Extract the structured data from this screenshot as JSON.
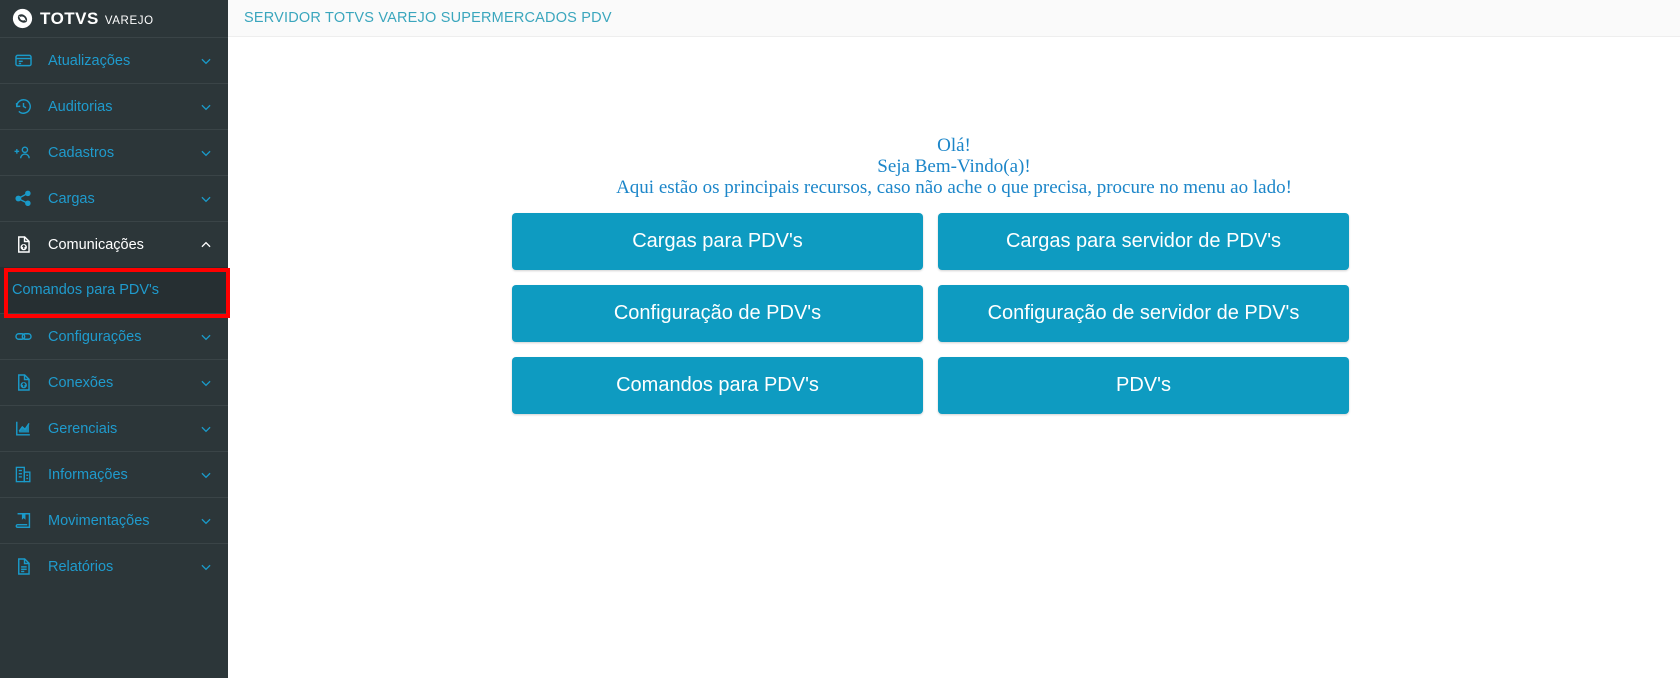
{
  "brand": {
    "logo_icon": "totvs-logo-icon",
    "name": "TOTVS",
    "sub": "VAREJO"
  },
  "header": {
    "title": "SERVIDOR TOTVS VAREJO SUPERMERCADOS PDV",
    "title_color": "#3aa6bd",
    "background": "#fafafa"
  },
  "theme": {
    "sidebar_bg": "#2c3639",
    "sidebar_link": "#1f9bcd",
    "submenu_bg": "#262f32",
    "tile_bg": "#0e9bc1",
    "tile_text": "#ffffff",
    "annotation_color": "#ff0000",
    "welcome_text_color": "#1c86c9"
  },
  "sidebar": {
    "items": [
      {
        "label": "Atualizações",
        "icon": "card-update-icon",
        "chevron": "chevron-down-icon",
        "expanded": false
      },
      {
        "label": "Auditorias",
        "icon": "history-clock-icon",
        "chevron": "chevron-down-icon",
        "expanded": false
      },
      {
        "label": "Cadastros",
        "icon": "add-user-icon",
        "chevron": "chevron-down-icon",
        "expanded": false
      },
      {
        "label": "Cargas",
        "icon": "share-nodes-icon",
        "chevron": "chevron-down-icon",
        "expanded": false
      },
      {
        "label": "Comunicações",
        "icon": "file-upload-icon",
        "chevron": "chevron-up-icon",
        "expanded": true
      },
      {
        "label": "Configurações",
        "icon": "link-chain-icon",
        "chevron": "chevron-down-icon",
        "expanded": false
      },
      {
        "label": "Conexões",
        "icon": "file-upload-icon",
        "chevron": "chevron-down-icon",
        "expanded": false
      },
      {
        "label": "Gerenciais",
        "icon": "chart-line-icon",
        "chevron": "chevron-down-icon",
        "expanded": false
      },
      {
        "label": "Informações",
        "icon": "building-info-icon",
        "chevron": "chevron-down-icon",
        "expanded": false
      },
      {
        "label": "Movimentações",
        "icon": "book-bookmark-icon",
        "chevron": "chevron-down-icon",
        "expanded": false
      },
      {
        "label": "Relatórios",
        "icon": "document-lines-icon",
        "chevron": "chevron-down-icon",
        "expanded": false
      }
    ],
    "submenu": {
      "parent": "Comunicações",
      "label": "Comandos para PDV's",
      "highlighted": true
    }
  },
  "main": {
    "welcome": {
      "line1": "Olá!",
      "line2": "Seja Bem-Vindo(a)!",
      "line3": "Aqui estão os principais recursos, caso não ache o que precisa, procure no menu ao lado!"
    },
    "tiles": [
      {
        "label": "Cargas para PDV's"
      },
      {
        "label": "Cargas para servidor de PDV's"
      },
      {
        "label": "Configuração de PDV's"
      },
      {
        "label": "Configuração de servidor de PDV's"
      },
      {
        "label": "Comandos para PDV's"
      },
      {
        "label": "PDV's"
      }
    ]
  }
}
